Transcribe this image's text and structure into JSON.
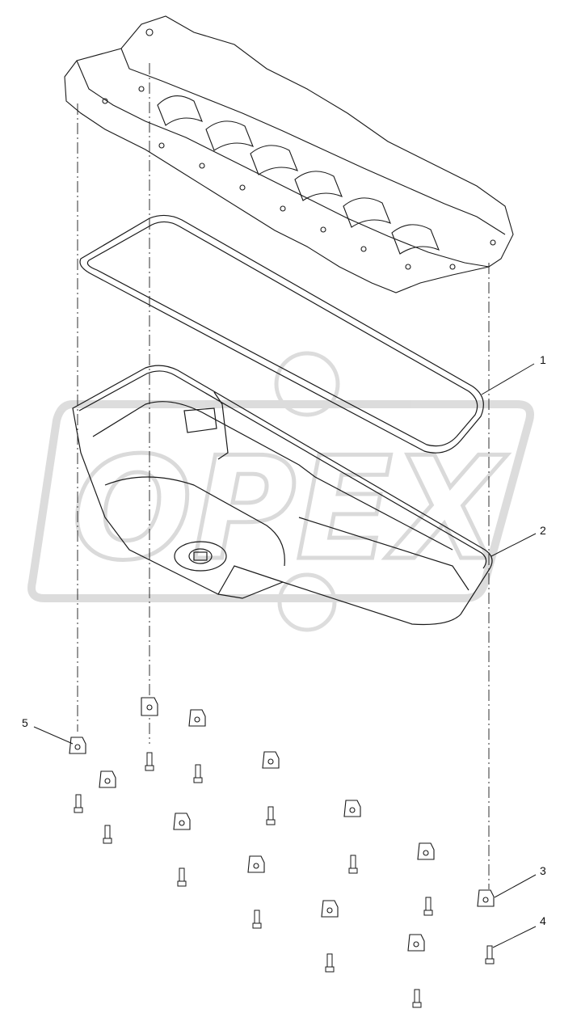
{
  "watermark": {
    "text": "OPEX"
  },
  "corner_mark": "",
  "callouts": [
    {
      "id": "1",
      "label": "1"
    },
    {
      "id": "2",
      "label": "2"
    },
    {
      "id": "3",
      "label": "3"
    },
    {
      "id": "4",
      "label": "4"
    },
    {
      "id": "5",
      "label": "5"
    }
  ],
  "colors": {
    "line": "#1a1a1a",
    "watermark": "#d8d8d8",
    "background": "#ffffff"
  }
}
